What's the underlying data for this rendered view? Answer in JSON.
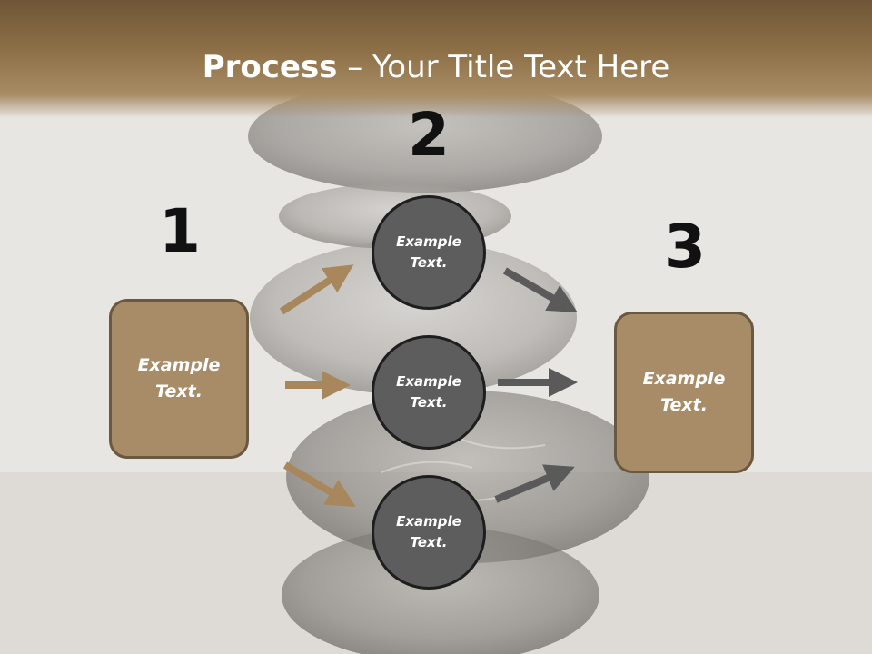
{
  "title": {
    "bold": "Process",
    "rest": " – Your Title Text Here"
  },
  "steps": {
    "one": "1",
    "two": "2",
    "three": "3"
  },
  "left_box": {
    "text": "Example\nText."
  },
  "circles": [
    {
      "text": "Example\nText."
    },
    {
      "text": "Example\nText."
    },
    {
      "text": "Example\nText."
    }
  ],
  "right_box": {
    "text": "Example\nText."
  },
  "colors": {
    "brown": "#a88c67",
    "dark_circle": "#5d5d5d",
    "arrow_brown": "#a8875d",
    "arrow_gray": "#5a5a5a"
  }
}
